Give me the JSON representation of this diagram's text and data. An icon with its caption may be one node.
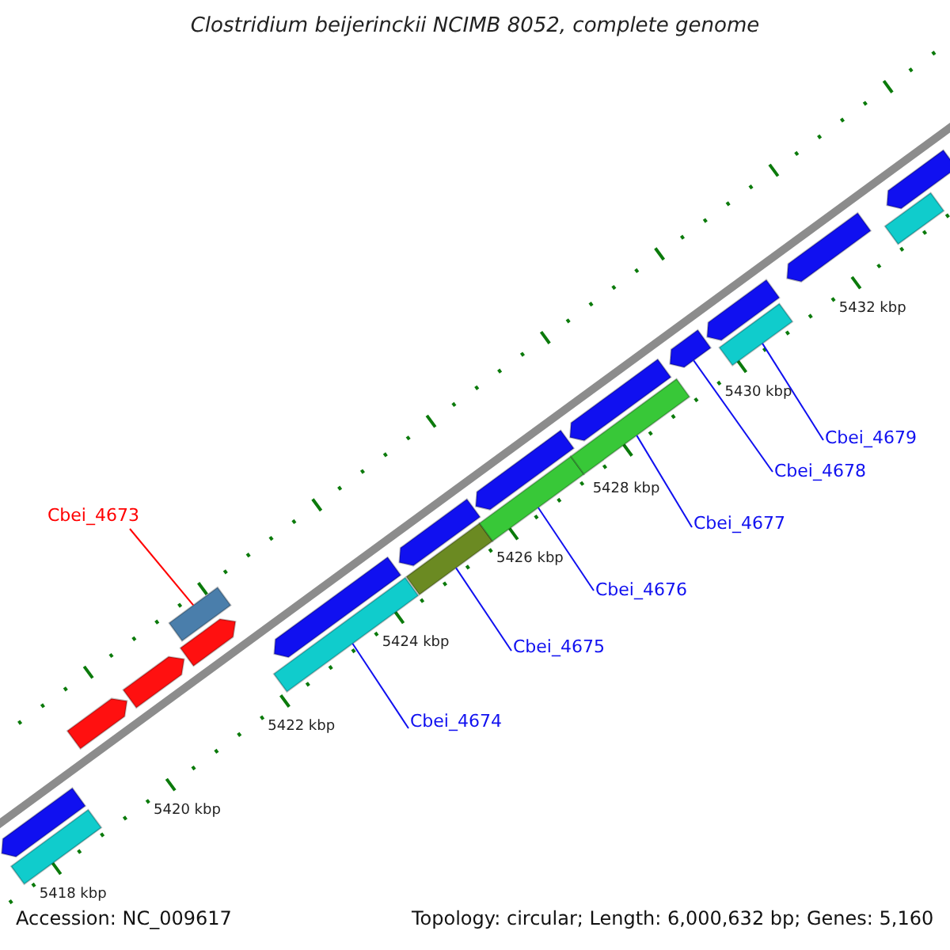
{
  "diagram": {
    "title": "Clostridium beijerinckii NCIMB 8052, complete genome",
    "nodes": [
      {
        "text": [
          "Cbei_4673"
        ]
      },
      {
        "text": [
          "Cbei_4674"
        ]
      },
      {
        "text": [
          "Cbei_4675"
        ]
      },
      {
        "text": [
          "Cbei_4676"
        ]
      },
      {
        "text": [
          "Cbei_4677"
        ]
      },
      {
        "text": [
          "Cbei_4678"
        ]
      },
      {
        "text": [
          "Cbei_4679"
        ]
      },
      {
        "text": [],
        "shape": "arrow"
      },
      {
        "text": [],
        "shape": "bar"
      },
      {
        "text": [],
        "shape": "arrow"
      },
      {
        "text": [],
        "shape": "arrow"
      },
      {
        "text": [],
        "shape": "arrow"
      },
      {
        "text": [],
        "shape": "bar"
      },
      {
        "text": [],
        "shape": "bar"
      },
      {
        "text": [],
        "shape": "arrow"
      },
      {
        "text": [],
        "shape": "bar"
      },
      {
        "text": [],
        "shape": "arrow"
      },
      {
        "text": [],
        "shape": "bar"
      },
      {
        "text": [],
        "shape": "arrow"
      },
      {
        "text": [],
        "shape": "bar"
      },
      {
        "text": [],
        "shape": "arrow"
      },
      {
        "text": [],
        "shape": "arrow"
      },
      {
        "text": [],
        "shape": "arrow"
      },
      {
        "text": [],
        "shape": "bar"
      },
      {
        "text": [],
        "shape": "arrow"
      },
      {
        "text": [],
        "shape": "bar"
      },
      {
        "text": [],
        "shape": "arrow"
      }
    ],
    "edges": [
      {
        "from": 0,
        "to": 12,
        "arrow": "none",
        "color": "#ff0000"
      },
      {
        "from": 1,
        "to": 13,
        "arrow": "none"
      },
      {
        "from": 2,
        "to": 15,
        "arrow": "none"
      },
      {
        "from": 3,
        "to": 17,
        "arrow": "none"
      },
      {
        "from": 4,
        "to": 19,
        "arrow": "none"
      },
      {
        "from": 5,
        "to": 21,
        "arrow": "none"
      },
      {
        "from": 6,
        "to": 23,
        "arrow": "none"
      }
    ],
    "labels": [
      "5432 kbp",
      "5430 kbp",
      "5428 kbp",
      "5426 kbp",
      "5424 kbp",
      "5422 kbp",
      "5420 kbp",
      "5418 kbp",
      "Accession: NC_009617",
      "Topology: circular; Length: 6,000,632 bp; Genes: 5,160"
    ]
  }
}
